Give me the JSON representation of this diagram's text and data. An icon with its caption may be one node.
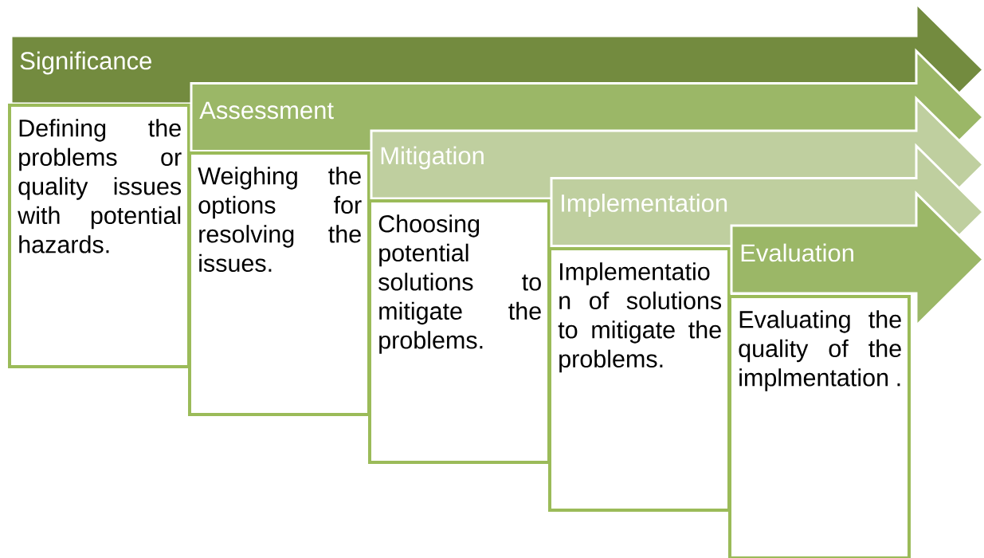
{
  "diagram": {
    "nodes": [
      {
        "text": [
          "Significance"
        ]
      },
      {
        "text": [
          "Defining the problems or quality issues with potential hazards."
        ]
      },
      {
        "text": [
          "Assessment"
        ]
      },
      {
        "text": [
          "Weighing the options for resolving the issues."
        ]
      },
      {
        "text": [
          "Mitigation"
        ]
      },
      {
        "text": [
          "Choosing potential solutions to mitigate the problems."
        ]
      },
      {
        "text": [
          "Implementation"
        ]
      },
      {
        "text": [
          "Implementatio n of solutions to mitigate the problems."
        ]
      },
      {
        "text": [
          "Evaluation"
        ]
      },
      {
        "text": [
          "Evaluating the quality of the implmentation ."
        ]
      }
    ]
  }
}
